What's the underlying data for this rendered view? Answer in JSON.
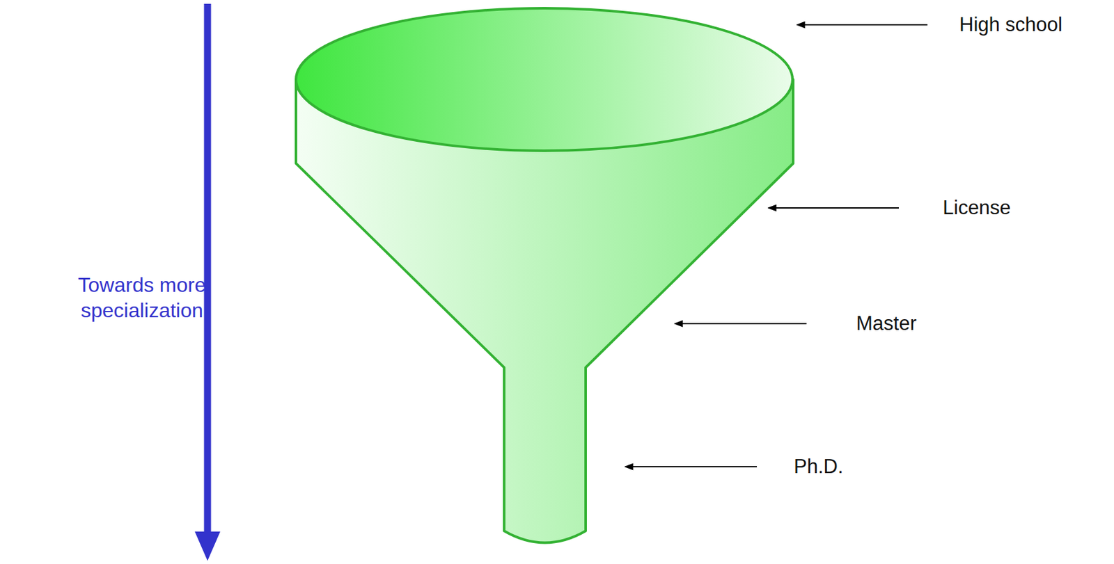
{
  "diagram": {
    "labels": [
      "High school",
      "License",
      "Master",
      "Ph.D.",
      "Towards more specialization"
    ]
  }
}
